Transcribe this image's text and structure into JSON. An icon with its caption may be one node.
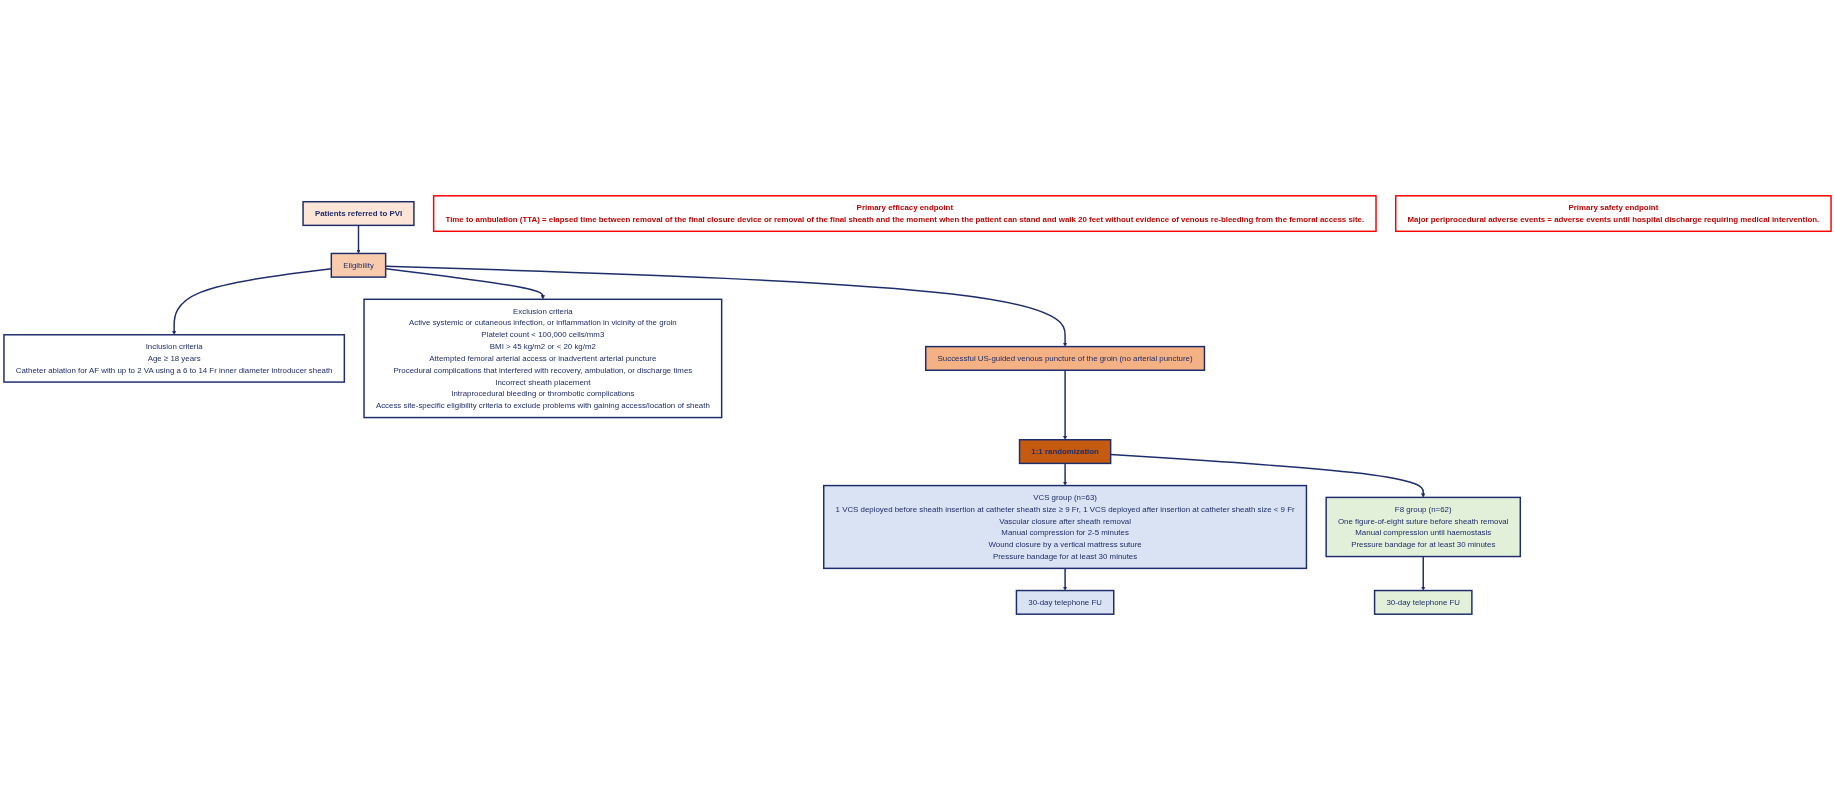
{
  "diagram": {
    "nodes": [
      {
        "text": [
          "Patients referred to PVI"
        ]
      },
      {
        "text": [
          "Eligibility"
        ]
      },
      {
        "text": [
          "Inclusion criteria",
          "Age ≥ 18 years",
          "Catheter ablation for AF with up to 2 VA using a 6 to 14 Fr inner diameter introducer sheath"
        ]
      },
      {
        "text": [
          "Exclusion criteria",
          "Active systemic or cutaneous infection, or inflammation in vicinity of the groin",
          "Platelet count < 100,000 cells/mm3",
          "BMI > 45 kg/m2 or < 20 kg/m2",
          "Attempted femoral arterial access or inadvertent arterial puncture",
          "Procedural complications that interfered with recovery, ambulation, or discharge times",
          "Incorrect sheath placement",
          "Intraprocedural bleeding or thrombotic complications",
          "Access site-specific eligibility criteria to exclude problems with gaining access/location of sheath"
        ]
      },
      {
        "text": [
          "Successful US-guided venous puncture of the groin (no arterial puncture)"
        ]
      },
      {
        "text": [
          "1:1 randomization"
        ]
      },
      {
        "text": [
          "VCS group (n=63)",
          "1 VCS deployed before sheath insertion at catheter sheath size ≥ 9 Fr, 1 VCS deployed after insertion at catheter sheath size < 9 Fr",
          "Vascular closure after sheath removal",
          "Manual compression for 2-5 minutes",
          "Wound closure by a vertical mattress suture",
          "Pressure bandage for at least 30 minutes"
        ]
      },
      {
        "text": [
          "F8 group (n=62)",
          "One figure-of-eight suture before sheath removal",
          "Manual compression until haemostasis",
          "Pressure bandage for at least 30 minutes"
        ]
      },
      {
        "text": [
          "30-day telephone FU"
        ]
      },
      {
        "text": [
          "30-day telephone FU"
        ]
      },
      {
        "text": [
          "Primary efficacy endpoint",
          "Time to ambulation (TTA) = elapsed time between removal of the final closure device or removal of the final sheath and the moment when the patient can stand and walk 20 feet without evidence of venous re-bleeding from the femoral access site."
        ]
      },
      {
        "text": [
          "Primary safety endpoint",
          "Major periprocedural adverse events = adverse events until hospital discharge requiring medical intervention."
        ]
      }
    ],
    "edges": [
      {
        "from": 0,
        "to": 1,
        "arrow": "to"
      },
      {
        "from": 1,
        "to": 2,
        "arrow": "to"
      },
      {
        "from": 1,
        "to": 3,
        "arrow": "to"
      },
      {
        "from": 1,
        "to": 4,
        "arrow": "to"
      },
      {
        "from": 4,
        "to": 5,
        "arrow": "to"
      },
      {
        "from": 5,
        "to": 6,
        "arrow": "to"
      },
      {
        "from": 5,
        "to": 7,
        "arrow": "to"
      },
      {
        "from": 6,
        "to": 8,
        "arrow": "to"
      },
      {
        "from": 7,
        "to": 9,
        "arrow": "to"
      }
    ]
  }
}
